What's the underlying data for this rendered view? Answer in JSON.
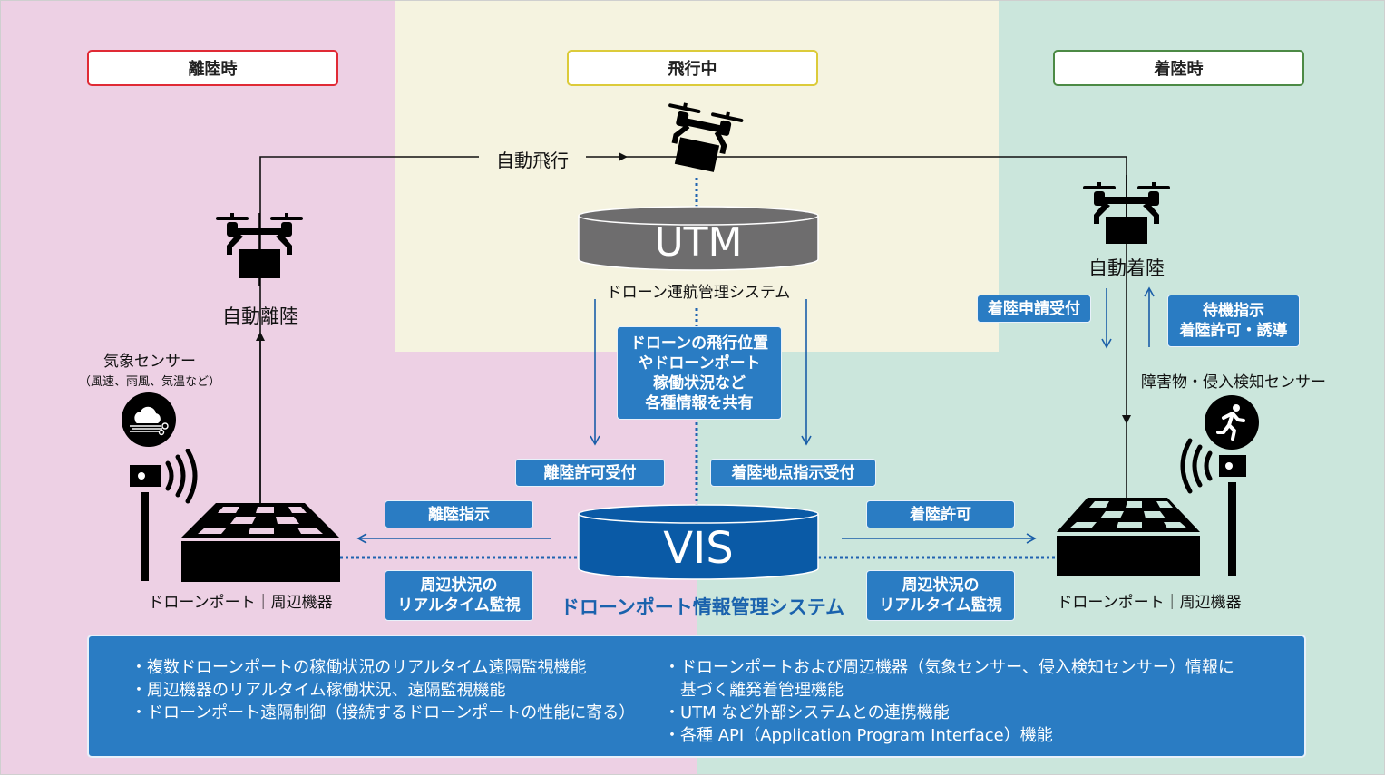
{
  "phases": {
    "takeoff": {
      "label": "離陸時",
      "border_color": "#e02a35",
      "bg_color": "#edd0e4"
    },
    "flight": {
      "label": "飛行中",
      "border_color": "#dccb3a",
      "bg_color": "#f5f3e0"
    },
    "landing": {
      "label": "着陸時",
      "border_color": "#4c8a45",
      "bg_color": "#cbe6dc"
    }
  },
  "flow_labels": {
    "auto_flight": "自動飛行",
    "auto_takeoff": "自動離陸",
    "auto_landing": "自動着陸"
  },
  "utm": {
    "name": "UTM",
    "subtitle": "ドローン運航管理システム",
    "color": "#6e6d6e"
  },
  "vis": {
    "name": "VIS",
    "subtitle": "ドローンポート情報管理システム",
    "color": "#0a5aa6"
  },
  "info_boxes": {
    "shared_info": "ドローンの飛行位置\nやドローンポート\n稼働状況など\n各種情報を共有",
    "takeoff_permission": "離陸許可受付",
    "landing_point": "着陸地点指示受付",
    "takeoff_instruction": "離陸指示",
    "landing_permission": "着陸許可",
    "monitor_left": "周辺状況の\nリアルタイム監視",
    "monitor_right": "周辺状況の\nリアルタイム監視",
    "landing_request": "着陸申請受付",
    "standby": "待機指示\n着陸許可・誘導"
  },
  "sensors": {
    "weather": {
      "title": "気象センサー",
      "note": "（風速、雨風、気温など）"
    },
    "intrusion": {
      "title": "障害物・侵入検知センサー"
    }
  },
  "ports": {
    "left_label": "ドローンポート｜周辺機器",
    "right_label": "ドローンポート｜周辺機器"
  },
  "features": {
    "left": [
      "・複数ドローンポートの稼働状況のリアルタイム遠隔監視機能",
      "・周辺機器のリアルタイム稼働状況、遠隔監視機能",
      "・ドローンポート遠隔制御（接続するドローンポートの性能に寄る）"
    ],
    "right": [
      "・ドローンポートおよび周辺機器（気象センサー、侵入検知センサー）情報に\n　基づく離発着管理機能",
      "・UTM など外部システムとの連携機能",
      "・各種 API（Application Program Interface）機能"
    ]
  },
  "colors": {
    "accent_blue": "#2a7cc3",
    "arrow_blue": "#1a5ea8",
    "dotted_blue": "#2063b0"
  }
}
